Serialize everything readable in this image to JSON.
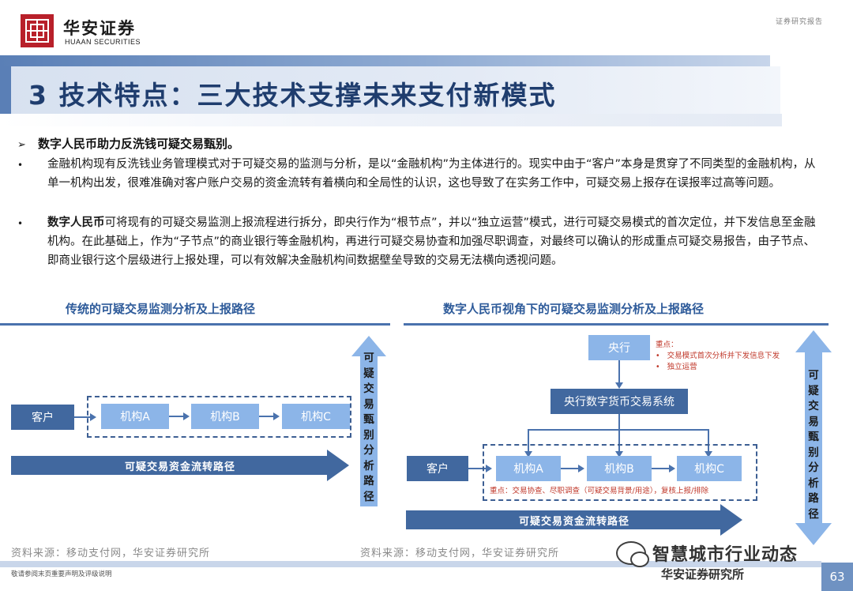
{
  "header": {
    "logo_name": "华安证券",
    "logo_sub": "HUAAN SECURITIES",
    "report_tag": "证券研究报告"
  },
  "title": "3 技术特点：三大技术支撑未来支付新模式",
  "headline": "数字人民币助力反洗钱可疑交易甄别。",
  "bullets": [
    {
      "lead": "",
      "text": "金融机构现有反洗钱业务管理模式对于可疑交易的监测与分析，是以“金融机构”为主体进行的。现实中由于“客户”本身是贯穿了不同类型的金融机构，从单一机构出发，很难准确对客户账户交易的资金流转有着横向和全局性的认识，这也导致了在实务工作中，可疑交易上报存在误报率过高等问题。"
    },
    {
      "lead": "数字人民币",
      "text": "可将现有的可疑交易监测上报流程进行拆分，即央行作为“根节点”，并以“独立运营”模式，进行可疑交易模式的首次定位，并下发信息至金融机构。在此基础上，作为“子节点”的商业银行等金融机构，再进行可疑交易协查和加强尽职调查，对最终可以确认的形成重点可疑交易报告，由子节点、即商业银行这个层级进行上报处理，可以有效解决金融机构间数据壁垒导致的交易无法横向透视问题。"
    }
  ],
  "diagram_left": {
    "caption": "传统的可疑交易监测分析及上报路径",
    "customer": "客户",
    "institutions": [
      "机构A",
      "机构B",
      "机构C"
    ],
    "flow_label": "可疑交易资金流转路径",
    "vertical_label": "可疑交易甄别分析路径"
  },
  "diagram_right": {
    "caption": "数字人民币视角下的可疑交易监测分析及上报路径",
    "central_bank": "央行",
    "system": "央行数字货币交易系统",
    "key_points_title": "重点：",
    "key_points": [
      "交易模式首次分析并下发信息下发",
      "独立运营"
    ],
    "customer": "客户",
    "institutions": [
      "机构A",
      "机构B",
      "机构C"
    ],
    "bottom_note": "重点：交易协查、尽职调查（可疑交易背景/用途），复核上报/排除",
    "flow_label": "可疑交易资金流转路径",
    "vertical_label": "可疑交易甄别分析路径"
  },
  "footer": {
    "source_left": "资料来源：移动支付网，华安证券研究所",
    "source_right": "资料来源：移动支付网，华安证券研究所",
    "disclaimer": "敬请参阅末页重要声明及评级说明",
    "watermark": "智慧城市行业动态",
    "firm": "华安证券研究所",
    "page_number": "63"
  },
  "colors": {
    "dark_box": "#41689f",
    "light_box": "#8cb5e8",
    "title": "#1f3d6e",
    "caption": "#2e5b9a",
    "note": "#c0392b"
  }
}
